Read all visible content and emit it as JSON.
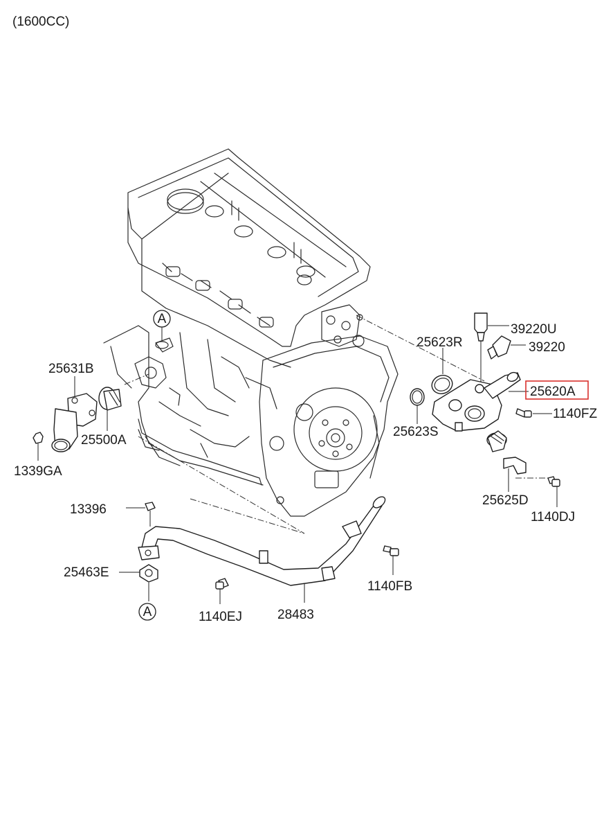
{
  "header": {
    "engine_variant": "(1600CC)"
  },
  "highlight_color": "#d9302c",
  "parts": {
    "p39220U": "39220U",
    "p39220": "39220",
    "p25623R": "25623R",
    "p25620A": "25620A",
    "p1140FZ": "1140FZ",
    "p25623S": "25623S",
    "p25625D": "25625D",
    "p1140DJ": "1140DJ",
    "p25631B": "25631B",
    "p25500A": "25500A",
    "p1339GA": "1339GA",
    "p13396": "13396",
    "p25463E": "25463E",
    "p1140FB": "1140FB",
    "p1140EJ": "1140EJ",
    "p28483": "28483"
  },
  "reference_marker": "A",
  "highlighted_part": "25620A"
}
